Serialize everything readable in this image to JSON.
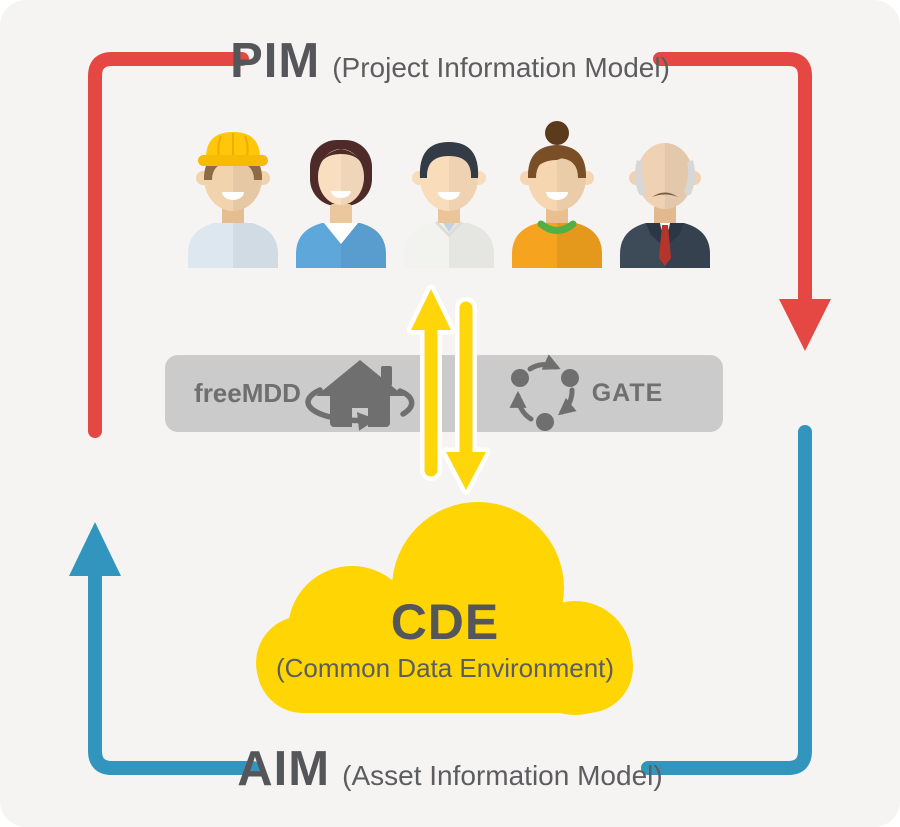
{
  "diagram_title": "PIM / CDE / AIM information flow",
  "pim": {
    "title": "PIM",
    "subtitle": "(Project Information Model)"
  },
  "aim": {
    "title": "AIM",
    "subtitle": "(Asset Information Model)"
  },
  "cde": {
    "title": "CDE",
    "subtitle": "(Common Data Environment)"
  },
  "bar": {
    "left_label": "freeMDD",
    "right_label": "GATE"
  },
  "icons": {
    "freemdd_icon": "house-sync-icon",
    "gate_icon": "cycle-arrows-icon"
  },
  "avatars": [
    "construction-worker",
    "woman-short-hair",
    "man-dark-hair",
    "woman-hair-bun",
    "senior-man-suit"
  ],
  "arrows": {
    "pim_cycle_color": "#E54743",
    "aim_cycle_color": "#3295BD",
    "exchange_color": "#FFD60A",
    "exchange_direction": "bidirectional vertical between users and CDE cloud"
  },
  "colors": {
    "background": "#F5F4F3",
    "bar": "#CBCBCB",
    "cloud": "#FFD504",
    "heading_text": "#55565A",
    "bar_text": "#6F6F6F",
    "icon_gray": "#6F6F6F"
  }
}
